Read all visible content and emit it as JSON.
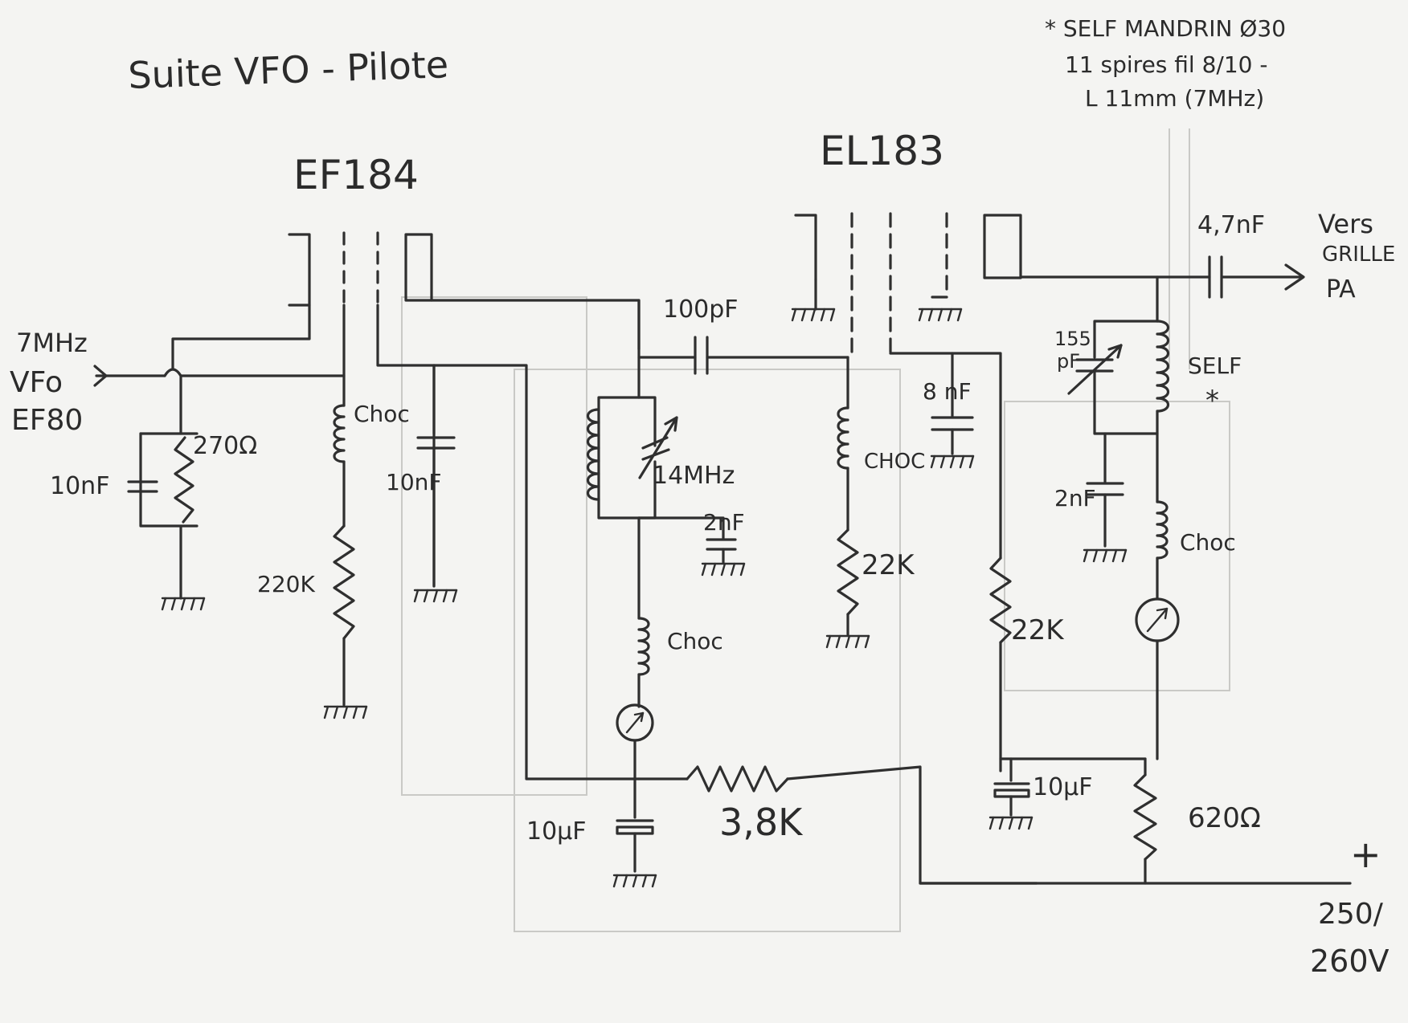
{
  "diagram": {
    "title": "Suite VFO - Pilote",
    "coil_note": [
      "* SELF MANDRIN Ø30",
      "11 spires fil 8/10 -",
      "L 11mm (7MHz)"
    ],
    "tubes": {
      "first": "EF184",
      "second": "EL183"
    },
    "input": [
      "7MHz",
      "VFo",
      "EF80"
    ],
    "output": [
      "Vers",
      "GRILLE",
      "PA"
    ],
    "supply": {
      "plus": "+",
      "voltage_top": "250/",
      "voltage_bottom": "260V"
    },
    "components": {
      "c_input_bypass": "10nF",
      "r_cathode": "270Ω",
      "choc_grid": "Choc",
      "r_grid": "220K",
      "c_screen": "10nF",
      "tank_label": "14MHz",
      "c_tank_bypass": "2nF",
      "choc_anode": "Choc",
      "c_decoupling_1": "10μF",
      "r_series": "3,8K",
      "c_coupling": "100pF",
      "choc_el183_grid": "CHOC",
      "r_el183_grid": "22K",
      "c_cathode_el183": "8 nF",
      "r_screen_el183": "22K",
      "c_decoupling_2": "10μF",
      "r_supply": "620Ω",
      "c_output": "4,7nF",
      "c_var_out": [
        "155",
        "pF"
      ],
      "self_out": "SELF",
      "self_out_mark": "*",
      "c_out_bypass": "2nF",
      "choc_out": "Choc"
    }
  }
}
